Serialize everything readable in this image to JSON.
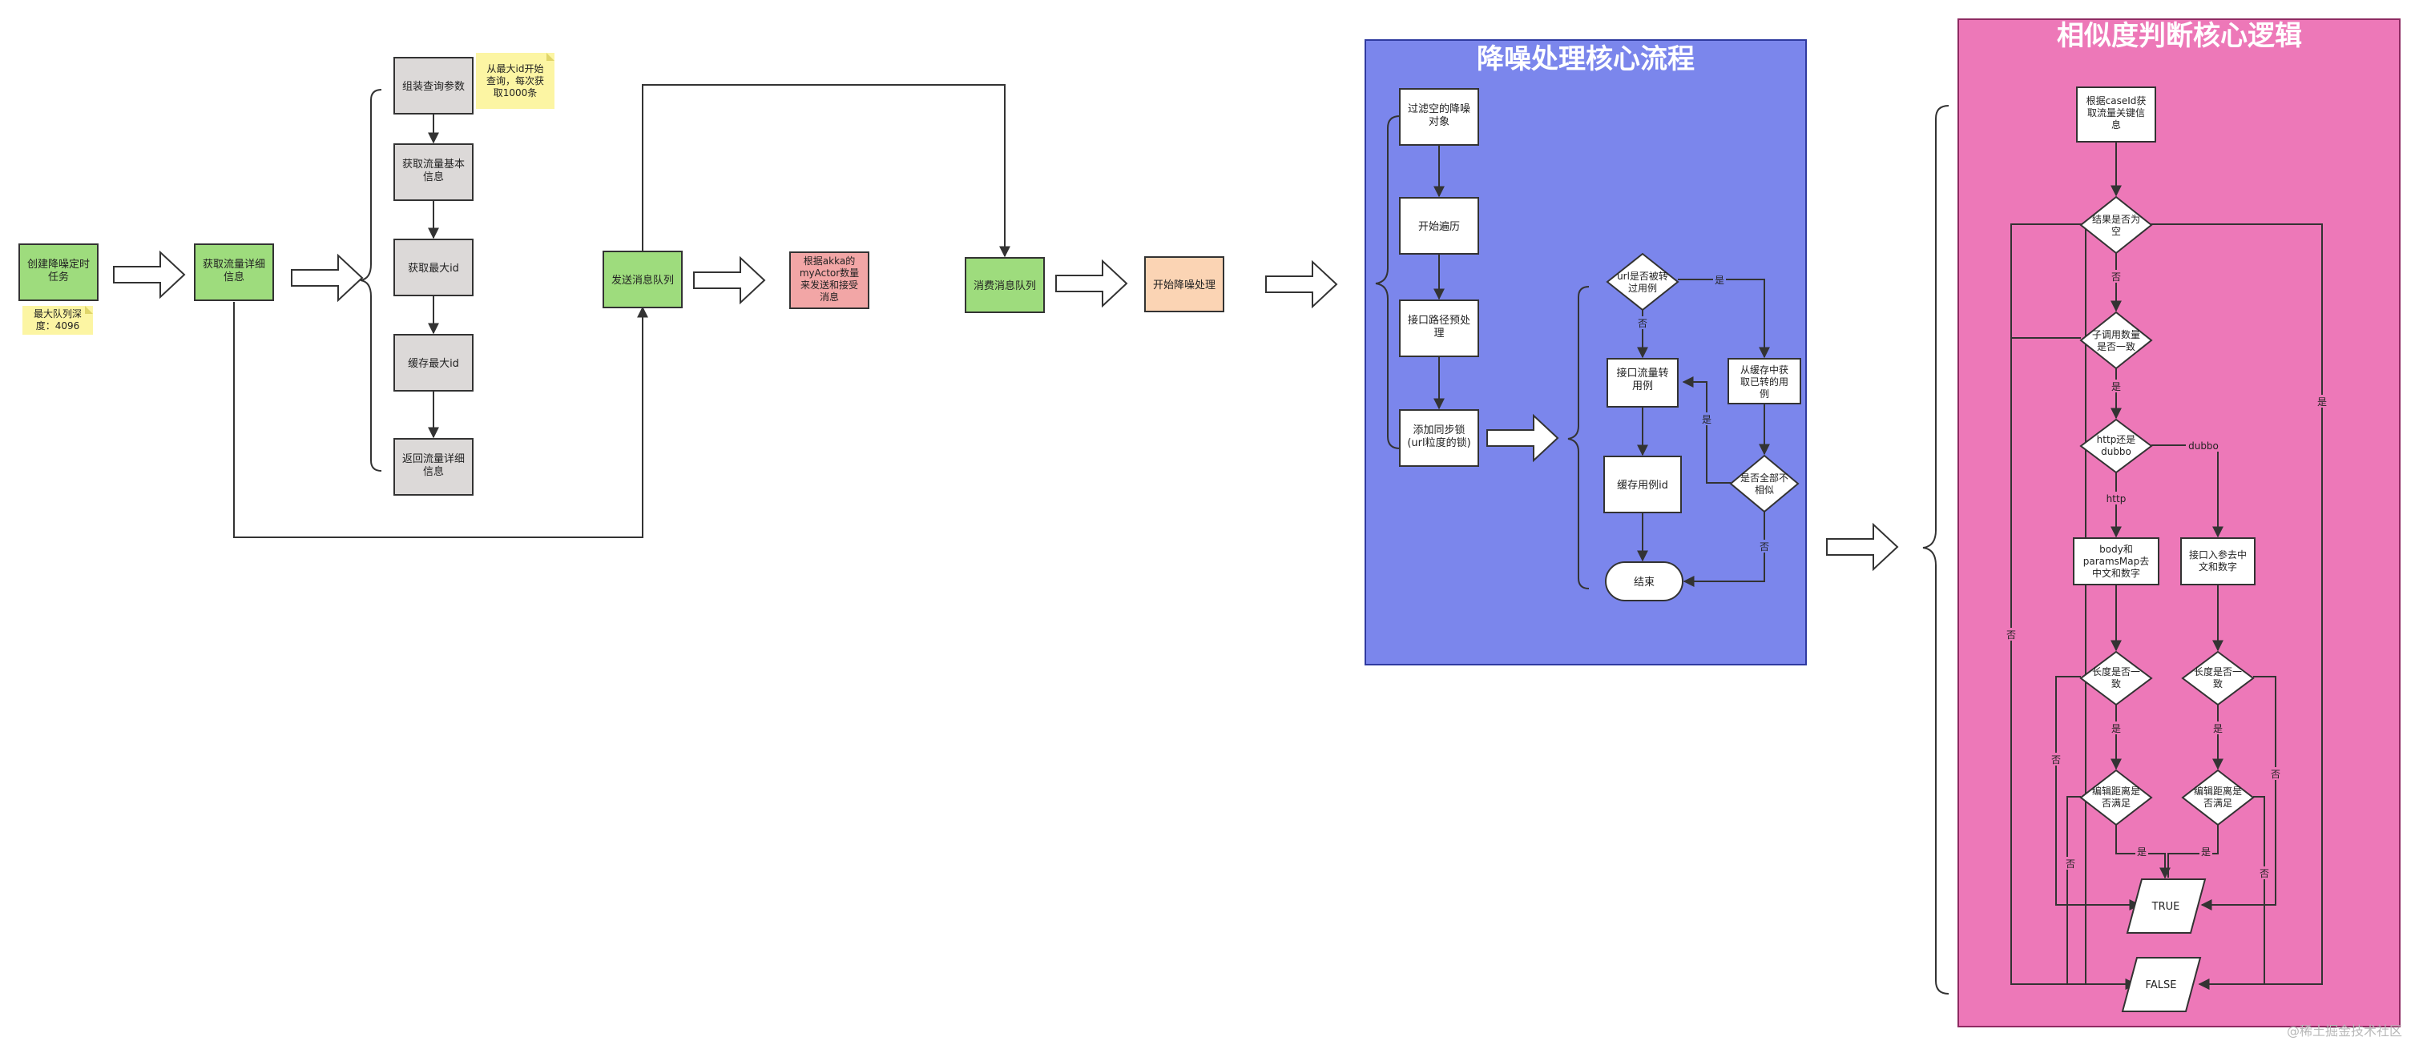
{
  "colors": {
    "green": "#9edc7d",
    "gray": "#dcd9d8",
    "pink_box": "#f2a6a6",
    "peach": "#fbd4b4",
    "note": "#fcf5a3",
    "blue_panel": "#7b86ec",
    "pink_panel": "#ed78b8"
  },
  "left": {
    "create_task": "创建降噪定时任务",
    "max_queue_note": "最大队列深度：4096",
    "get_detail": "获取流量详细信息",
    "build_query": "组装查询参数",
    "query_note": "从最大id开始查询，每次获取1000条",
    "get_basic": "获取流量基本信息",
    "get_max_id": "获取最大id",
    "cache_max_id": "缓存最大id",
    "return_detail": "返回流量详细信息",
    "send_queue": "发送消息队列",
    "akka_note": "根据akka的myActor数量来发送和接受消息",
    "consume_queue": "消费消息队列",
    "start_denoise": "开始降噪处理"
  },
  "blue": {
    "title": "降噪处理核心流程",
    "filter_obj": "过滤空的降噪对象",
    "start_iter": "开始遍历",
    "path_pre": "接口路径预处理",
    "add_lock": "添加同步锁(url粒度的锁)",
    "url_filtered": "url是否被转过用例",
    "traffic_case": "接口流量转用例",
    "cache_case_id": "缓存用例id",
    "from_cache": "从缓存中获取已转的用例",
    "all_similar": "是否全部不相似",
    "end": "结束",
    "yes": "是",
    "no": "否"
  },
  "pink": {
    "title": "相似度判断核心逻辑",
    "get_key": "根据caseId获取流量关键信息",
    "result_empty": "结果是否为空",
    "sub_count": "子调用数量是否一致",
    "http_dubbo": "http还是dubbo",
    "http": "http",
    "dubbo": "dubbo",
    "body_params": "body和paramsMap去中文和数字",
    "param_strip": "接口入参去中文和数字",
    "len_eq": "长度是否一致",
    "edit_dist": "编辑距离是否满足",
    "true_lbl": "TRUE",
    "false_lbl": "FALSE",
    "yes": "是",
    "no": "否"
  },
  "watermark": "@稀土掘金技术社区"
}
